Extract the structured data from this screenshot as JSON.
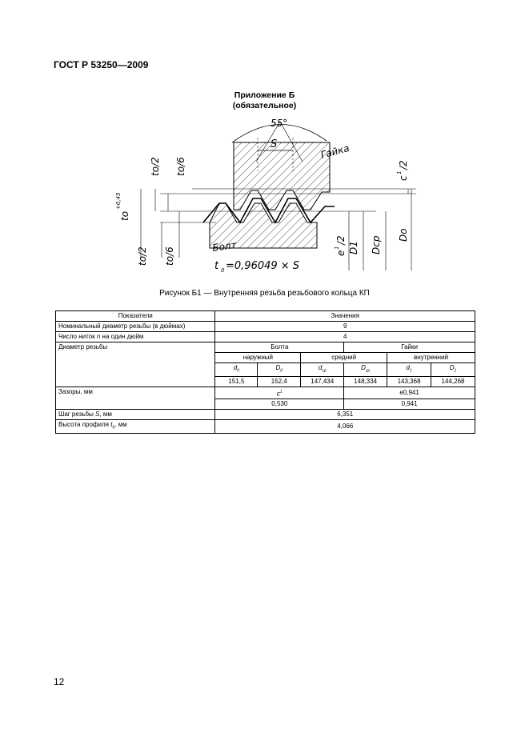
{
  "header": {
    "standard": "ГОСТ Р 53250—2009"
  },
  "appendix": {
    "title": "Приложение Б",
    "status": "(обязательное)"
  },
  "figure": {
    "labels": {
      "angle": "55°",
      "pitch": "S",
      "nut": "Гайка",
      "bolt": "Болт",
      "formula_t0": "t",
      "formula_sub": "0",
      "formula_rest": "=0,96049 × S",
      "to_half_top": "to/2",
      "to_sixth_top": "to/6",
      "to_main": "to",
      "to_sup": "+0,45",
      "to_half_bot": "to/2",
      "to_sixth_bot": "to/6",
      "c_half": "c",
      "c_half_sup": "1",
      "c_half_rest": "/2",
      "e_half": "e",
      "e_half_sup": "1",
      "e_half_rest": "/2",
      "d1": "D1",
      "dcp": "Dcp",
      "do": "Do"
    }
  },
  "caption": "Рисунок Б1 — Внутренняя резьба резьбового кольца КП",
  "table": {
    "head_param": "Показатели",
    "head_values": "Значения",
    "row_nominal": {
      "label": "Номинальный диаметр резьбы (в дюймах)",
      "value": "9"
    },
    "row_threads": {
      "label_a": "Число ниток ",
      "label_n": "n",
      "label_b": " на один дюйм",
      "value": "4"
    },
    "row_diameter": {
      "label": "Диаметр резьбы",
      "bolt": "Болта",
      "nut": "Гайки",
      "outer": "наружный",
      "middle": "средний",
      "inner": "внутренний",
      "sym": [
        {
          "base": "d",
          "sub": "0"
        },
        {
          "base": "D",
          "sub": "0"
        },
        {
          "base": "d",
          "sub": "ср"
        },
        {
          "base": "D",
          "sub": "ср"
        },
        {
          "base": "d",
          "sub": "1"
        },
        {
          "base": "D",
          "sub": "1"
        }
      ],
      "values": [
        "151,5",
        "152,4",
        "147,434",
        "148,334",
        "143,368",
        "144,268"
      ]
    },
    "row_gaps": {
      "label": "Зазоры, мм",
      "c_sym": "c",
      "c_sup": "1",
      "e_sym": "e0,941",
      "c_val": "0,530",
      "e_val": "0,941"
    },
    "row_pitch": {
      "label_a": "Шаг резьбы ",
      "label_s": "S",
      "label_b": ", мм",
      "value": "6,351"
    },
    "row_height": {
      "label_a": "Высота профиля ",
      "label_t": "t",
      "label_sub": "0",
      "label_b": ", мм",
      "value": "4,066"
    }
  },
  "page_number": "12"
}
